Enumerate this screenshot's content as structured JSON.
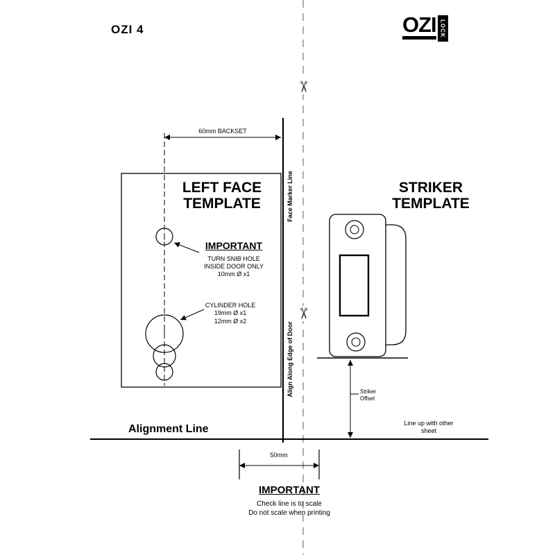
{
  "header": {
    "doc_title": "OZI 4",
    "logo_text": "OZI",
    "logo_vertical": "LOCK"
  },
  "icons": {
    "scissors": "✂"
  },
  "left_template": {
    "backset_dim": "60mm BACKSET",
    "title_line1": "LEFT FACE",
    "title_line2": "TEMPLATE",
    "important": "IMPORTANT",
    "snib_line1": "TURN SNIB HOLE",
    "snib_line2": "INSIDE DOOR ONLY",
    "snib_line3": "10mm Ø x1",
    "cyl_title": "CYLINDER HOLE",
    "cyl_line1": "19mm Ø x1",
    "cyl_line2": "12mm Ø x2"
  },
  "door_edge": {
    "face_marker_label": "Face Marker Line",
    "align_label": "Align Along Edge of Door"
  },
  "striker_template": {
    "title_line1": "STRIKER",
    "title_line2": "TEMPLATE",
    "offset_line1": "Striker",
    "offset_line2": "Offset",
    "lineup_line1": "Line up with other",
    "lineup_line2": "sheet"
  },
  "footer": {
    "alignment_label": "Alignment Line",
    "scale_dim": "50mm",
    "important": "IMPORTANT",
    "note_line1": "Check line is to scale",
    "note_line2": "Do not scale when printing"
  }
}
